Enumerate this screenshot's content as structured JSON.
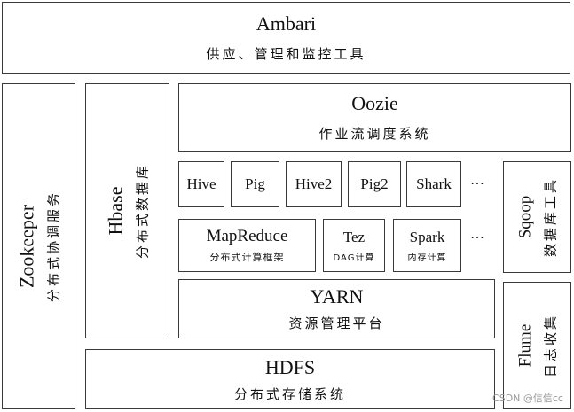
{
  "ambari": {
    "title": "Ambari",
    "subtitle": "供应、管理和监控工具"
  },
  "zookeeper": {
    "title": "Zookeeper",
    "subtitle": "分布式协调服务"
  },
  "hbase": {
    "title": "Hbase",
    "subtitle": "分布式数据库"
  },
  "oozie": {
    "title": "Oozie",
    "subtitle": "作业流调度系统"
  },
  "engines": {
    "hive": "Hive",
    "pig": "Pig",
    "hive2": "Hive2",
    "pig2": "Pig2",
    "shark": "Shark",
    "ellipsis": "…"
  },
  "mapreduce": {
    "title": "MapReduce",
    "subtitle": "分布式计算框架"
  },
  "tez": {
    "title": "Tez",
    "subtitle": "DAG计算"
  },
  "spark": {
    "title": "Spark",
    "subtitle": "内存计算"
  },
  "compute_ellipsis": "…",
  "yarn": {
    "title": "YARN",
    "subtitle": "资源管理平台"
  },
  "hdfs": {
    "title": "HDFS",
    "subtitle": "分布式存储系统"
  },
  "sqoop": {
    "title": "Sqoop",
    "subtitle": "数据库工具"
  },
  "flume": {
    "title": "Flume",
    "subtitle": "日志收集"
  },
  "watermark": "CSDN @信信cc"
}
